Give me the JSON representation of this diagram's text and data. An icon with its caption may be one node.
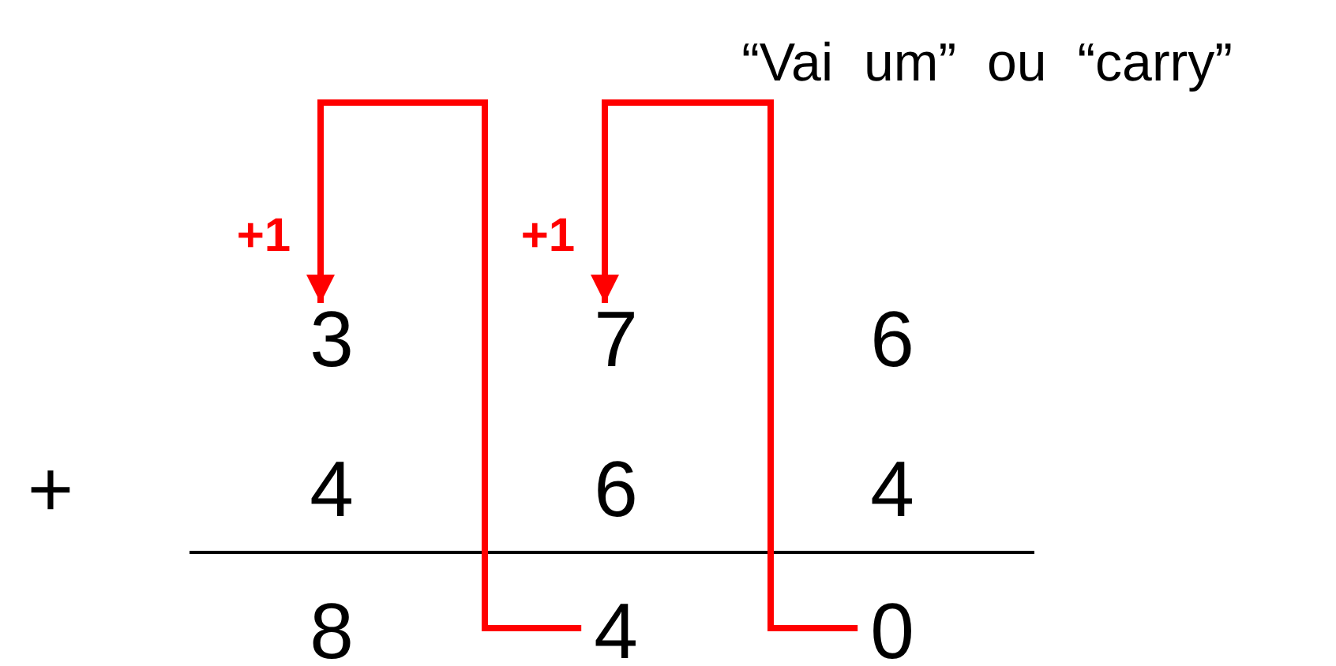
{
  "diagram": {
    "nodes": [
      {
        "text": [
          "3"
        ]
      },
      {
        "text": [
          "7"
        ]
      },
      {
        "text": [
          "4"
        ]
      },
      {
        "text": [
          "0"
        ]
      }
    ],
    "edges": [
      {
        "from": 2,
        "to": 0,
        "arrow": "to"
      },
      {
        "from": 3,
        "to": 1,
        "arrow": "to"
      }
    ],
    "labels": [
      "“Vai um” ou “carry”",
      "+1",
      "+1",
      "6",
      "+",
      "4",
      "6",
      "4",
      "8"
    ]
  }
}
